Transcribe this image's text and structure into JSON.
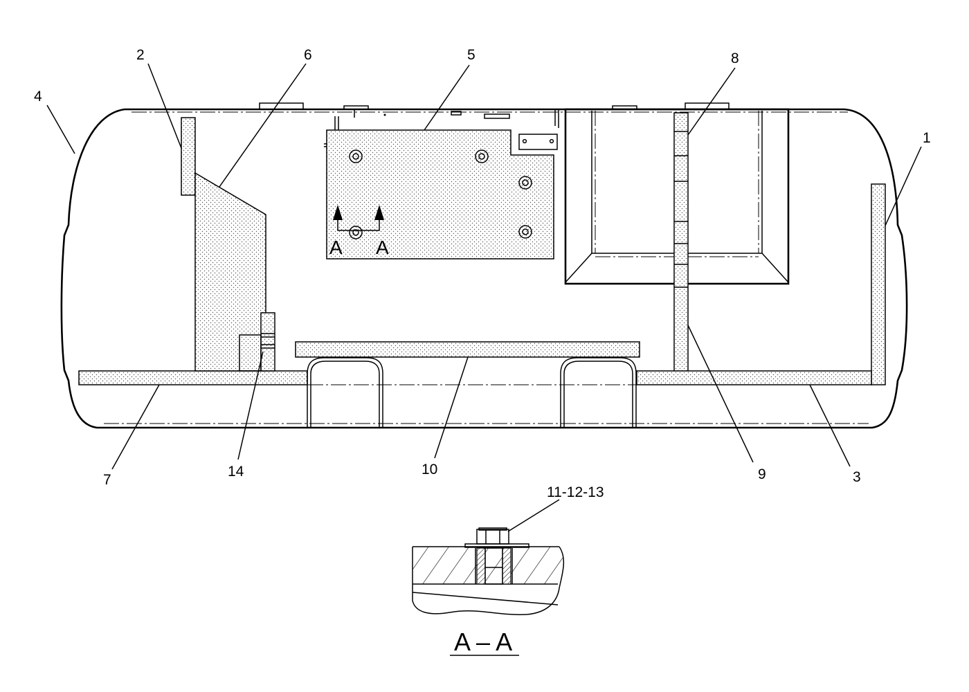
{
  "callouts": {
    "c1": "1",
    "c2": "2",
    "c3": "3",
    "c4": "4",
    "c5": "5",
    "c6": "6",
    "c7": "7",
    "c8": "8",
    "c9": "9",
    "c10": "10",
    "c14": "14",
    "c11_12_13": "11-12-13"
  },
  "section_marks": {
    "left": "A",
    "right": "A"
  },
  "section_title": "A – A"
}
